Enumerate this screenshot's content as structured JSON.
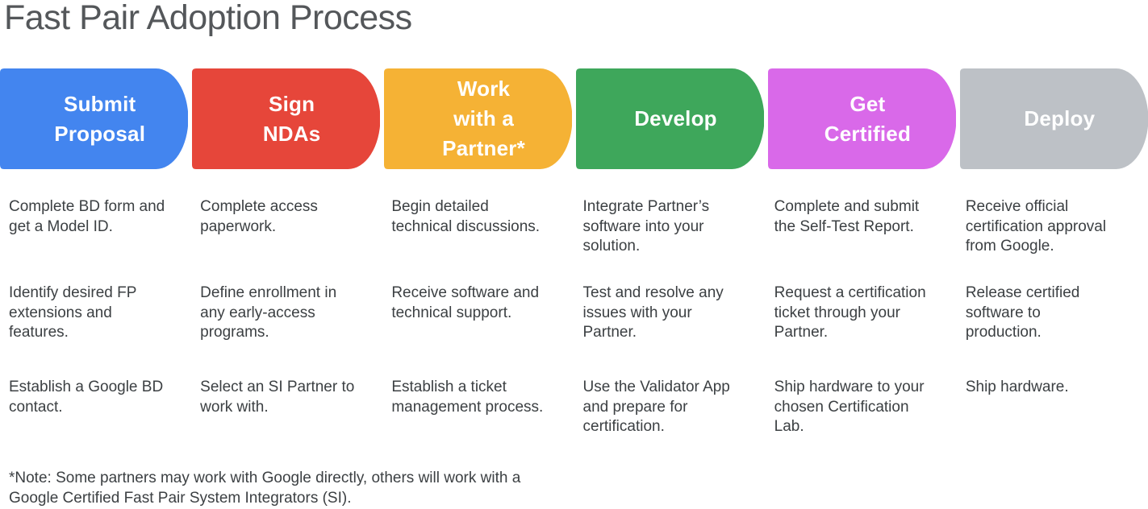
{
  "title": "Fast Pair Adoption Process",
  "stages": [
    {
      "label": "Submit\nProposal",
      "color": "#4385EF",
      "items": [
        "Complete BD form and\nget a Model ID.",
        "Identify desired FP\nextensions and\nfeatures.",
        "Establish a Google BD\ncontact."
      ]
    },
    {
      "label": "Sign\nNDAs",
      "color": "#E6463A",
      "items": [
        "Complete access\npaperwork.",
        "Define enrollment in\nany early-access\nprograms.",
        "Select an SI Partner to\nwork with."
      ]
    },
    {
      "label": "Work\nwith a\nPartner*",
      "color": "#F5B235",
      "items": [
        "Begin detailed\ntechnical discussions.",
        "Receive software and\ntechnical support.",
        "Establish a ticket\nmanagement process."
      ]
    },
    {
      "label": "Develop",
      "color": "#3EA75B",
      "items": [
        "Integrate Partner’s\nsoftware into your\nsolution.",
        "Test and resolve any\nissues with your\nPartner.",
        "Use the Validator App\nand prepare for\ncertification."
      ]
    },
    {
      "label": "Get\nCertified",
      "color": "#D969E9",
      "items": [
        "Complete and submit\nthe Self-Test Report.",
        "Request a certification\nticket through your\nPartner.",
        "Ship hardware to your\nchosen Certification\nLab."
      ]
    },
    {
      "label": "Deploy",
      "color": "#BDC1C6",
      "items": [
        "Receive official\ncertification approval\nfrom Google.",
        "Release certified\nsoftware to\nproduction.",
        "Ship hardware."
      ]
    }
  ],
  "note": "*Note: Some partners may work with Google directly, others will work with a\nGoogle Certified Fast Pair System Integrators (SI)."
}
